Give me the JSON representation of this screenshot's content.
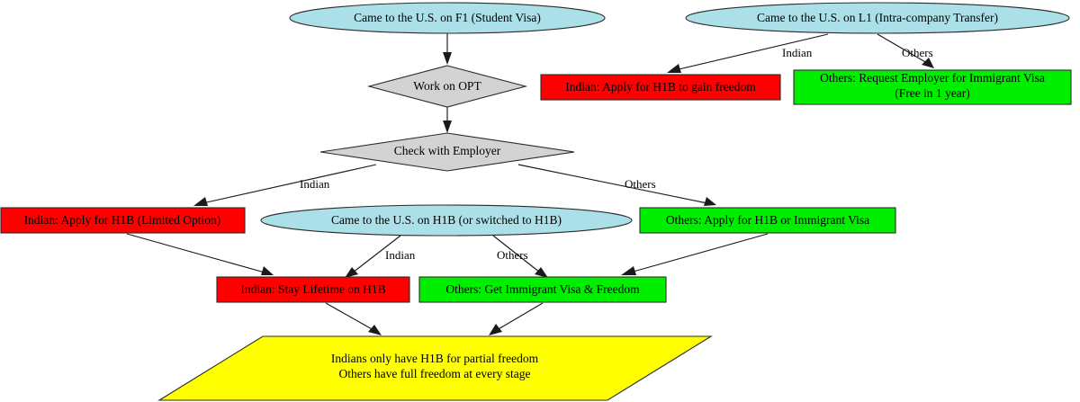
{
  "diagram": {
    "title": "US Visa Pathways Flowchart",
    "background": "#ffffff",
    "colors": {
      "ellipse_fill": "#ace0e8",
      "diamond_fill": "#d3d3d3",
      "red_fill": "#ff0000",
      "green_fill": "#00ee00",
      "yellow_fill": "#ffff00",
      "stroke": "#2b2b2b",
      "text": "#000000"
    },
    "nodes": [
      {
        "id": "f1",
        "shape": "ellipse",
        "fill": "#ace0e8",
        "label": "Came to the U.S. on F1 (Student Visa)",
        "lines": [
          "Came to the U.S. on F1 (Student Visa)"
        ]
      },
      {
        "id": "l1",
        "shape": "ellipse",
        "fill": "#ace0e8",
        "label": "Came to the U.S. on L1 (Intra-company Transfer)",
        "lines": [
          "Came to the U.S. on L1 (Intra-company Transfer)"
        ]
      },
      {
        "id": "opt",
        "shape": "diamond",
        "fill": "#d3d3d3",
        "label": "Work on OPT",
        "lines": [
          "Work on OPT"
        ]
      },
      {
        "id": "l1_indian",
        "shape": "box",
        "fill": "#ff0000",
        "label": "Indian: Apply for H1B to gain freedom",
        "lines": [
          "Indian: Apply for H1B to gain freedom"
        ]
      },
      {
        "id": "l1_others",
        "shape": "box",
        "fill": "#00ee00",
        "label": "Others: Request Employer for Immigrant Visa (Free in 1 year)",
        "lines": [
          "Others: Request Employer for Immigrant Visa",
          "(Free in 1 year)"
        ]
      },
      {
        "id": "employer",
        "shape": "diamond",
        "fill": "#d3d3d3",
        "label": "Check with Employer",
        "lines": [
          "Check with Employer"
        ]
      },
      {
        "id": "opt_indian",
        "shape": "box",
        "fill": "#ff0000",
        "label": "Indian: Apply for H1B (Limited Option)",
        "lines": [
          "Indian: Apply for H1B (Limited Option)"
        ]
      },
      {
        "id": "h1b",
        "shape": "ellipse",
        "fill": "#ace0e8",
        "label": "Came to the U.S. on H1B (or switched to H1B)",
        "lines": [
          "Came to the U.S. on H1B (or switched to H1B)"
        ]
      },
      {
        "id": "opt_others",
        "shape": "box",
        "fill": "#00ee00",
        "label": "Others: Apply for H1B or Immigrant Visa",
        "lines": [
          "Others: Apply for H1B or Immigrant Visa"
        ]
      },
      {
        "id": "stay_h1b",
        "shape": "box",
        "fill": "#ff0000",
        "label": "Indian: Stay Lifetime on H1B",
        "lines": [
          "Indian: Stay Lifetime on H1B"
        ]
      },
      {
        "id": "get_green",
        "shape": "box",
        "fill": "#00ee00",
        "label": "Others: Get Immigrant Visa & Freedom",
        "lines": [
          "Others: Get Immigrant Visa & Freedom"
        ]
      },
      {
        "id": "conclusion",
        "shape": "parallelogram",
        "fill": "#ffff00",
        "label": "Indians only have H1B for partial freedom Others have full freedom at every stage",
        "lines": [
          "Indians only have H1B for partial freedom",
          "Others have full freedom at every stage"
        ]
      }
    ],
    "edge_labels": [
      {
        "id": "l1-indian-label",
        "text": "Indian"
      },
      {
        "id": "l1-others-label",
        "text": "Others"
      },
      {
        "id": "emp-indian-label",
        "text": "Indian"
      },
      {
        "id": "emp-others-label",
        "text": "Others"
      },
      {
        "id": "h1b-indian-label",
        "text": "Indian"
      },
      {
        "id": "h1b-others-label",
        "text": "Others"
      }
    ],
    "edges": [
      {
        "from": "f1",
        "to": "opt",
        "label": ""
      },
      {
        "from": "l1",
        "to": "l1_indian",
        "label": "Indian"
      },
      {
        "from": "l1",
        "to": "l1_others",
        "label": "Others"
      },
      {
        "from": "opt",
        "to": "employer",
        "label": ""
      },
      {
        "from": "employer",
        "to": "opt_indian",
        "label": "Indian"
      },
      {
        "from": "employer",
        "to": "opt_others",
        "label": "Others"
      },
      {
        "from": "opt_indian",
        "to": "stay_h1b",
        "label": ""
      },
      {
        "from": "h1b",
        "to": "stay_h1b",
        "label": "Indian"
      },
      {
        "from": "h1b",
        "to": "get_green",
        "label": "Others"
      },
      {
        "from": "opt_others",
        "to": "get_green",
        "label": ""
      },
      {
        "from": "stay_h1b",
        "to": "conclusion",
        "label": ""
      },
      {
        "from": "get_green",
        "to": "conclusion",
        "label": ""
      }
    ]
  }
}
